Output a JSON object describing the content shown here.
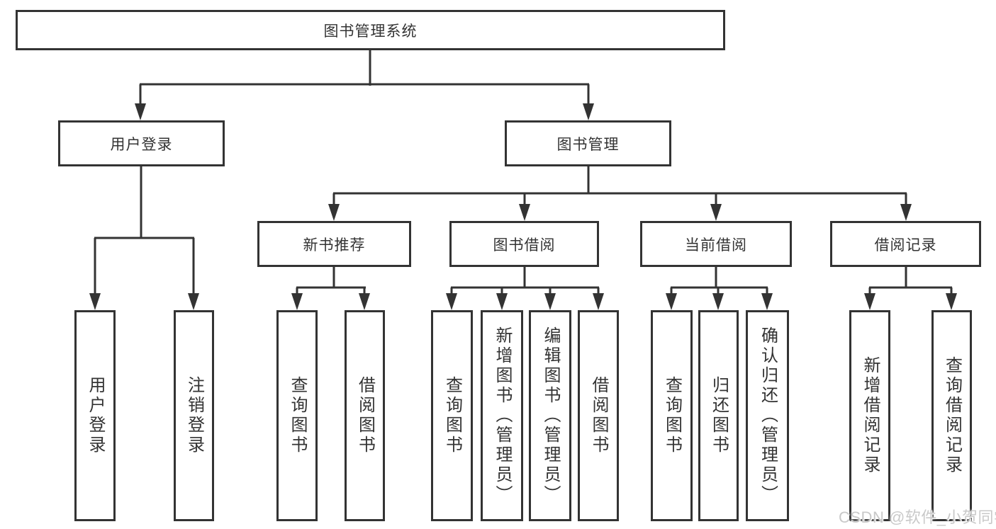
{
  "diagram": {
    "root": {
      "label": "图书管理系统"
    },
    "branches": [
      {
        "label": "用户登录",
        "children": [
          {
            "label": "用户登录"
          },
          {
            "label": "注销登录"
          }
        ]
      },
      {
        "label": "图书管理",
        "children": [
          {
            "label": "新书推荐",
            "children": [
              {
                "label": "查询图书"
              },
              {
                "label": "借阅图书"
              }
            ]
          },
          {
            "label": "图书借阅",
            "children": [
              {
                "label": "查询图书"
              },
              {
                "label": "新增图书（管理员）"
              },
              {
                "label": "编辑图书（管理员）"
              },
              {
                "label": "借阅图书"
              }
            ]
          },
          {
            "label": "当前借阅",
            "children": [
              {
                "label": "查询图书"
              },
              {
                "label": "归还图书"
              },
              {
                "label": "确认归还（管理员）"
              }
            ]
          },
          {
            "label": "借阅记录",
            "children": [
              {
                "label": "新增借阅记录"
              },
              {
                "label": "查询借阅记录"
              }
            ]
          }
        ]
      }
    ]
  },
  "watermark": {
    "text": "CSDN @软件_小贺同学"
  },
  "colors": {
    "line": "#333333",
    "box_border": "#333333",
    "text": "#333333",
    "background": "#ffffff",
    "watermark": "#c9c9c9"
  }
}
